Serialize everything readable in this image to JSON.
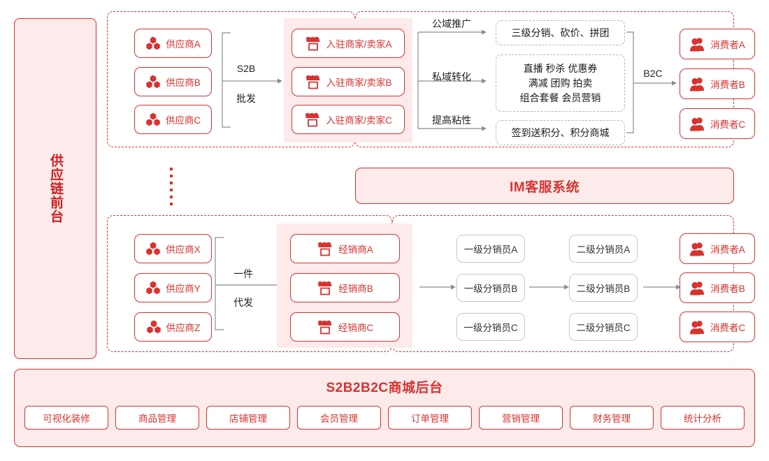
{
  "side_banner": {
    "label": "供应链前台"
  },
  "groups": {
    "upstream_frame": "",
    "downstream_frame": ""
  },
  "top_flow": {
    "suppliers": [
      {
        "label": "供应商A",
        "icon": "hexagon-cluster-icon"
      },
      {
        "label": "供应商B",
        "icon": "hexagon-cluster-icon"
      },
      {
        "label": "供应商C",
        "icon": "hexagon-cluster-icon"
      }
    ],
    "connector": {
      "line1": "S2B",
      "line2": "批发"
    },
    "merchants": [
      {
        "label": "入驻商家/卖家A",
        "icon": "shop-icon"
      },
      {
        "label": "入驻商家/卖家B",
        "icon": "shop-icon"
      },
      {
        "label": "入驻商家/卖家C",
        "icon": "shop-icon"
      }
    ],
    "channels": [
      {
        "label": "公域推广",
        "target": "三级分销、砍价、拼团"
      },
      {
        "label": "私域转化",
        "target": "直播 秒杀 优惠券\n满减 团购 拍卖\n组合套餐 会员营销"
      },
      {
        "label": "提高粘性",
        "target": "签到送积分、积分商城"
      }
    ],
    "marketing_boxes": [
      {
        "lines": [
          "三级分销、砍价、拼团"
        ]
      },
      {
        "lines": [
          "直播 秒杀 优惠券",
          "满减 团购 拍卖",
          "组合套餐 会员营销"
        ]
      },
      {
        "lines": [
          "签到送积分、积分商城"
        ]
      }
    ],
    "b2c_label": "B2C",
    "consumers": [
      {
        "label": "消费者A",
        "icon": "user-group-icon"
      },
      {
        "label": "消费者B",
        "icon": "user-group-icon"
      },
      {
        "label": "消费者C",
        "icon": "user-group-icon"
      }
    ]
  },
  "im_bar": {
    "label": "IM客服系统"
  },
  "bottom_flow": {
    "suppliers": [
      {
        "label": "供应商X",
        "icon": "hexagon-cluster-icon"
      },
      {
        "label": "供应商Y",
        "icon": "hexagon-cluster-icon"
      },
      {
        "label": "供应商Z",
        "icon": "hexagon-cluster-icon"
      }
    ],
    "connector": {
      "line1": "一件",
      "line2": "代发"
    },
    "dealers": [
      {
        "label": "经销商A",
        "icon": "shop-icon"
      },
      {
        "label": "经销商B",
        "icon": "shop-icon"
      },
      {
        "label": "经销商C",
        "icon": "shop-icon"
      }
    ],
    "level1": [
      {
        "label": "一级分销员A"
      },
      {
        "label": "一级分销员B"
      },
      {
        "label": "一级分销员C"
      }
    ],
    "level2": [
      {
        "label": "二级分销员A"
      },
      {
        "label": "二级分销员B"
      },
      {
        "label": "二级分销员C"
      }
    ],
    "consumers": [
      {
        "label": "消费者A",
        "icon": "user-group-icon"
      },
      {
        "label": "消费者B",
        "icon": "user-group-icon"
      },
      {
        "label": "消费者C",
        "icon": "user-group-icon"
      }
    ]
  },
  "backend": {
    "title": "S2B2B2C商城后台",
    "chips": [
      {
        "label": "可视化装修"
      },
      {
        "label": "商品管理"
      },
      {
        "label": "店铺管理"
      },
      {
        "label": "会员管理"
      },
      {
        "label": "订单管理"
      },
      {
        "label": "营销管理"
      },
      {
        "label": "财务管理"
      },
      {
        "label": "统计分析"
      }
    ]
  },
  "colors": {
    "brand_red": "#d8332f",
    "brand_red_dark": "#cf1f22",
    "pink_fill": "#fdeaea",
    "grey_border": "#c9c9c9",
    "arrow_grey": "#8c8c8c"
  }
}
